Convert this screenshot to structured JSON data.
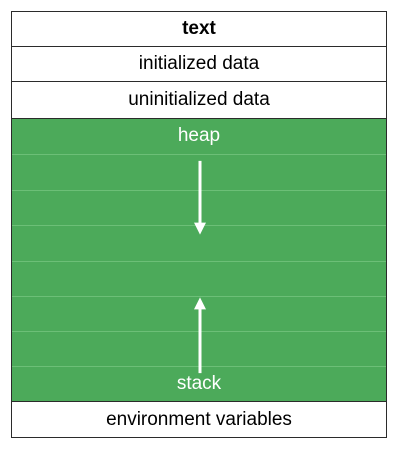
{
  "segments": {
    "text": "text",
    "initialized": "initialized data",
    "uninitialized": "uninitialized data",
    "heap": "heap",
    "stack": "stack",
    "environment": "environment variables"
  },
  "colors": {
    "dynamic_region": "#4caa5a",
    "arrow": "#ffffff",
    "border": "#2b2b2b"
  }
}
